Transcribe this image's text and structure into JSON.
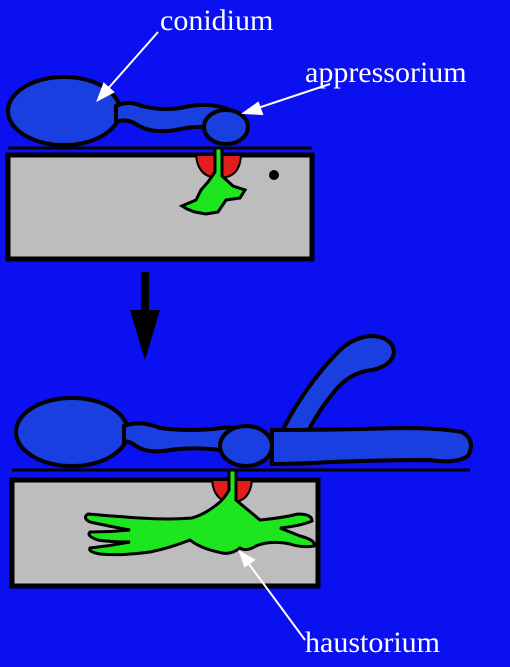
{
  "labels": {
    "conidium": "conidium",
    "appressorium": "appressorium",
    "haustorium": "haustorium"
  },
  "colors": {
    "background": "#0a10ef",
    "fungal_body": "#1a3fe0",
    "host_cell": "#bdbdbd",
    "haustorium": "#1ee61e",
    "papilla": "#e21d1d",
    "outline": "#000000",
    "annotation": "#ffffff"
  }
}
